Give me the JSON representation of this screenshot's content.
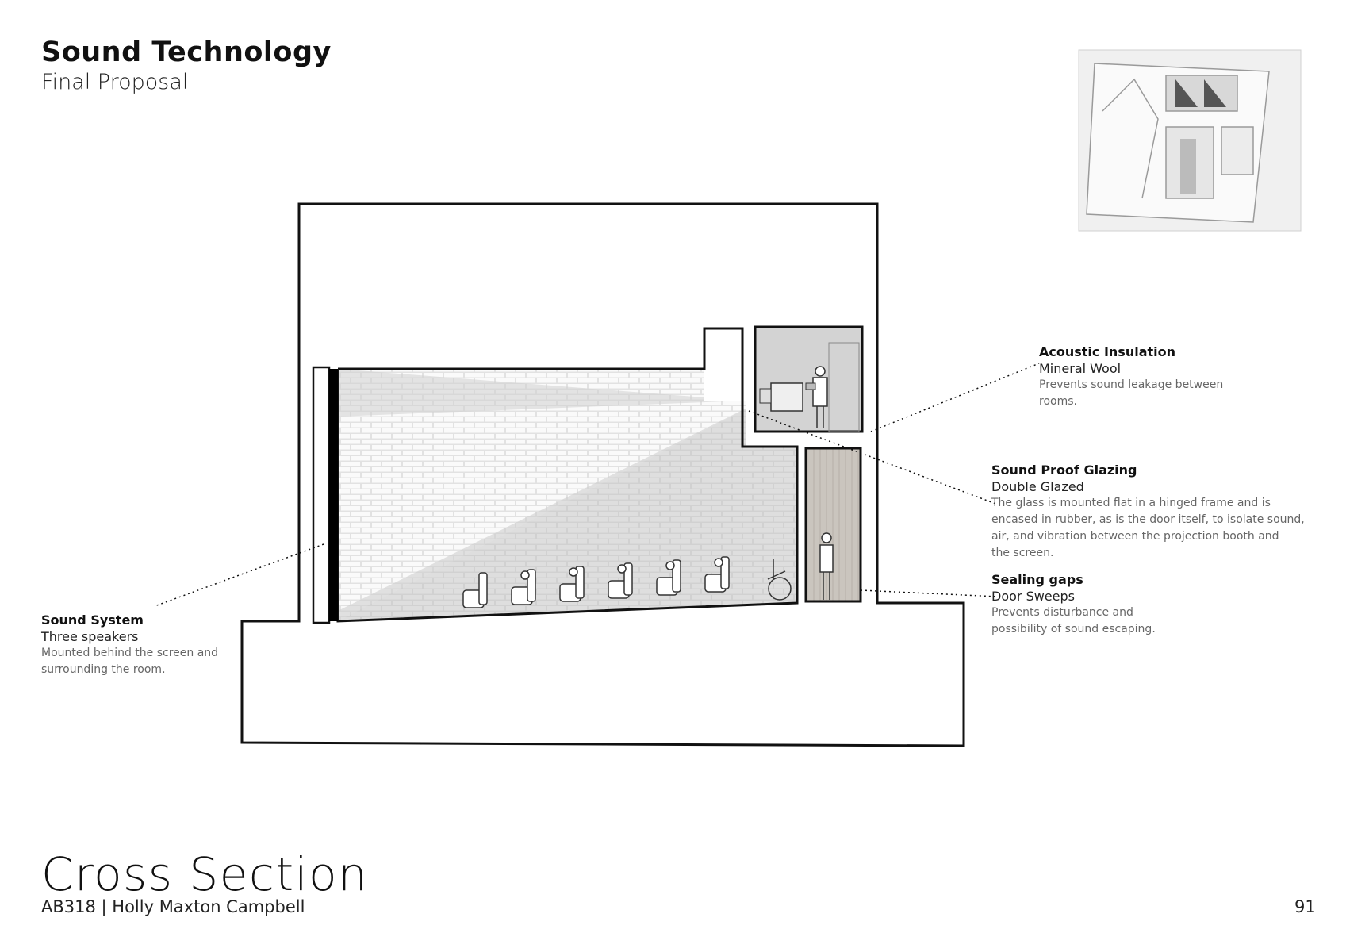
{
  "header": {
    "title": "Sound Technology",
    "subtitle": "Final Proposal"
  },
  "footer": {
    "heading": "Cross Section",
    "credit": "AB318 | Holly Maxton Campbell",
    "page_number": "91"
  },
  "annotations": {
    "acoustic_insulation": {
      "heading": "Acoustic Insulation",
      "subheading": "Mineral Wool",
      "description": [
        "Prevents sound leakage between",
        "rooms."
      ]
    },
    "sound_proof_glazing": {
      "heading": "Sound Proof Glazing",
      "subheading": "Double Glazed",
      "description": [
        "The glass is mounted flat in a hinged frame and is",
        "encased in rubber, as is the door itself, to isolate sound,",
        "air, and vibration between the projection booth and",
        "the screen."
      ]
    },
    "sealing_gaps": {
      "heading": "Sealing gaps",
      "subheading": "Door Sweeps",
      "description": [
        "Prevents disturbance and",
        "possibility of sound escaping."
      ]
    },
    "sound_system": {
      "heading": "Sound System",
      "subheading": "Three speakers",
      "description": [
        "Mounted behind the screen and",
        "surrounding the room."
      ]
    }
  },
  "colors": {
    "line": "#111111",
    "brick_fill": "#dddddd",
    "brick_mortar": "#f7f7f7",
    "projector_beam": "#e9e9e9",
    "booth_fill": "#d2d2d2",
    "curtain_fill": "#c9c4bd",
    "callout_text": "#666666"
  }
}
